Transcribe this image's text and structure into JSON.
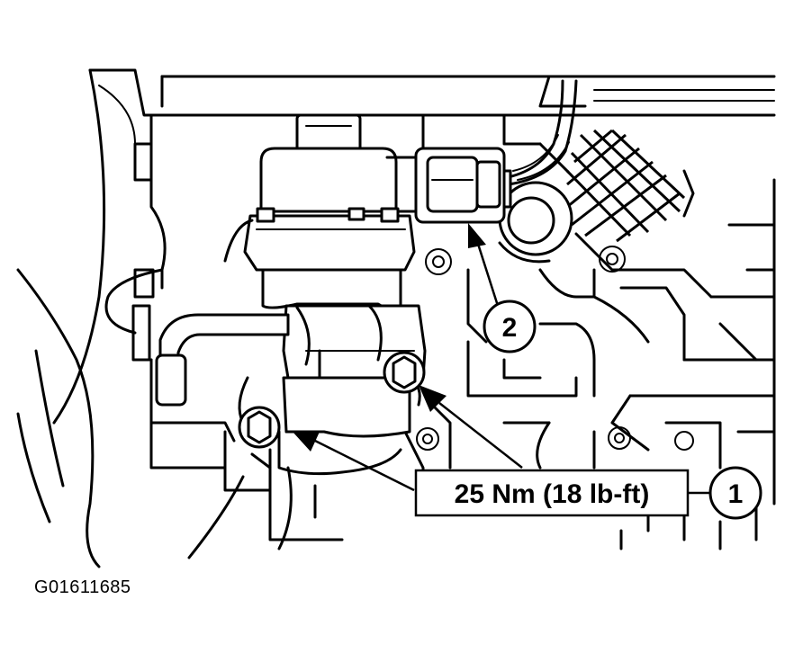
{
  "callouts": {
    "one": {
      "number": "1",
      "label": "25 Nm (18 lb-ft)"
    },
    "two": {
      "number": "2"
    }
  },
  "figure_id": "G01611685"
}
